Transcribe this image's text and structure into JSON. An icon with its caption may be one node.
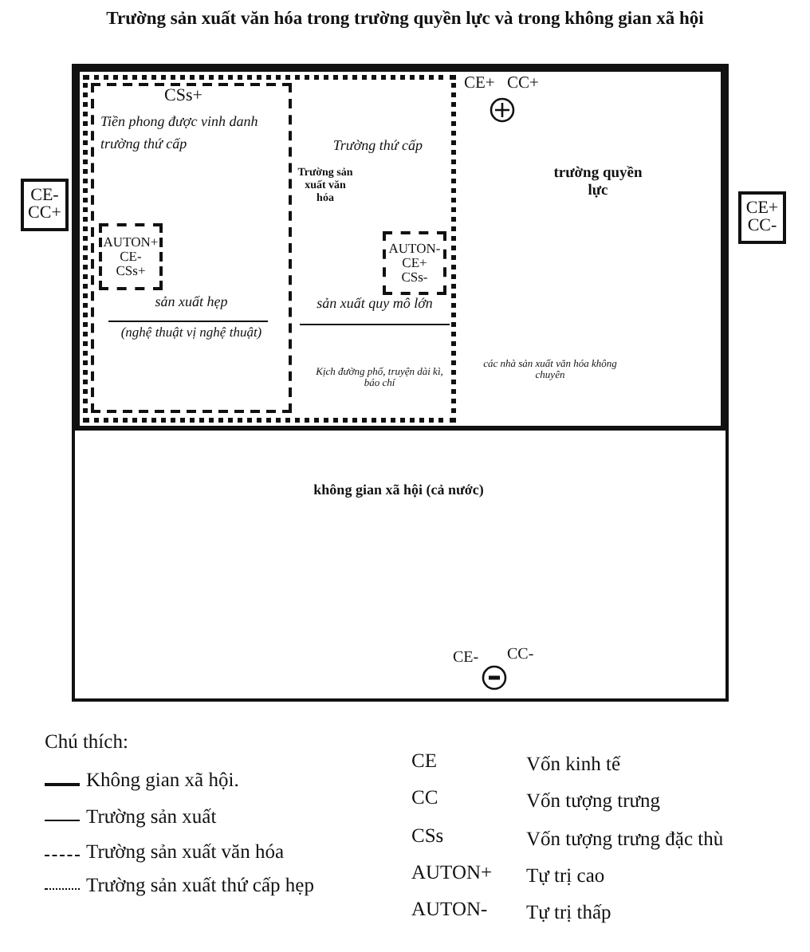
{
  "diagram": {
    "title": "Trường sản xuất văn hóa trong trường quyền lực và trong không gian xã hội",
    "nodes": [
      {
        "text": [
          "không gian xã hội (cả nước)"
        ]
      },
      {
        "text": [
          "trường quyền lực",
          "các nhà sản xuất văn hóa không chuyên"
        ],
        "in": 0
      },
      {
        "text": [
          "Trường sản xuất văn hóa",
          "Trường thứ cấp",
          "sản xuất quy mô lớn",
          "Kịch đường phố, truyện dài kì, báo chí"
        ],
        "in": 1
      },
      {
        "text": [
          "CSs+",
          "Tiền phong được vinh danh trường thứ cấp",
          "sản xuất hẹp",
          "(nghệ thuật vị nghệ thuật)"
        ],
        "in": 2
      },
      {
        "text": [
          "AUTON+ CE- CSs+"
        ],
        "in": 3
      },
      {
        "text": [
          "AUTON- CE+ CSs-"
        ],
        "in": 2
      },
      {
        "text": [
          "CE- CC+"
        ]
      },
      {
        "text": [
          "CE+ CC-"
        ]
      }
    ],
    "labels": [
      "CE+",
      "CC+",
      "CE-",
      "CC-",
      "Chú thích:",
      "CE",
      "Vốn kinh tế",
      "CC",
      "Vốn tượng trưng",
      "CSs",
      "Vốn tượng trưng đặc thù",
      "AUTON+",
      "Tự trị cao",
      "AUTON-",
      "Tự trị thấp"
    ],
    "legend": [
      {
        "text": "Không gian xã hội."
      },
      {
        "text": "Trường sản xuất"
      },
      {
        "text": "Trường sản xuất văn hóa"
      },
      {
        "text": "Trường sản xuất thứ cấp hẹp"
      }
    ]
  }
}
